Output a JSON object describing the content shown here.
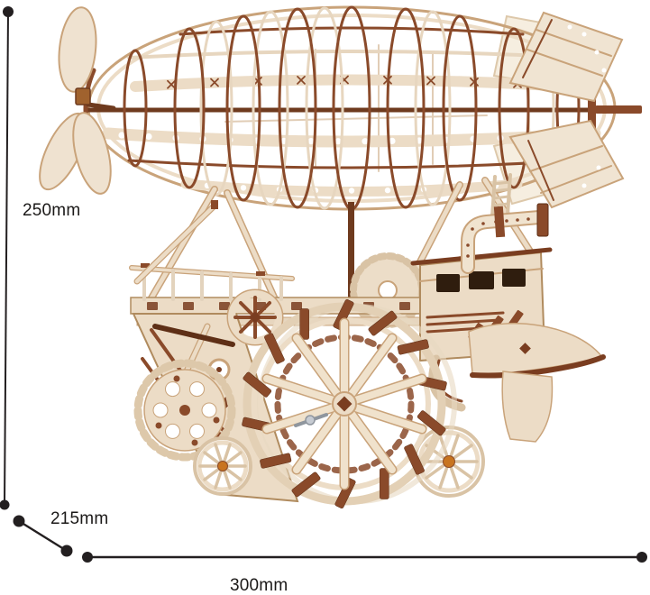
{
  "diagram": {
    "labels": {
      "height": "250mm",
      "depth": "215mm",
      "width": "300mm"
    }
  },
  "illustration": {
    "subject": "wooden-mechanical-airship-model",
    "parts": [
      "propeller",
      "balloon-lattice-frame",
      "tail-fins",
      "suspension-struts",
      "helm-wheel",
      "cabin",
      "chimney-pipe",
      "paddle-wheel",
      "gears",
      "spoked-wheels",
      "rudder-wing"
    ]
  },
  "colors": {
    "background": "#ffffff",
    "wood_cream": "#ecdcc6",
    "wood_cream_light": "#f4ead9",
    "wood_edge": "#c9a37a",
    "wood_brown": "#8a4a2a",
    "wood_brown_dark": "#5e2f16",
    "hub_orange": "#c8741f",
    "dimension_line": "#231f20"
  }
}
